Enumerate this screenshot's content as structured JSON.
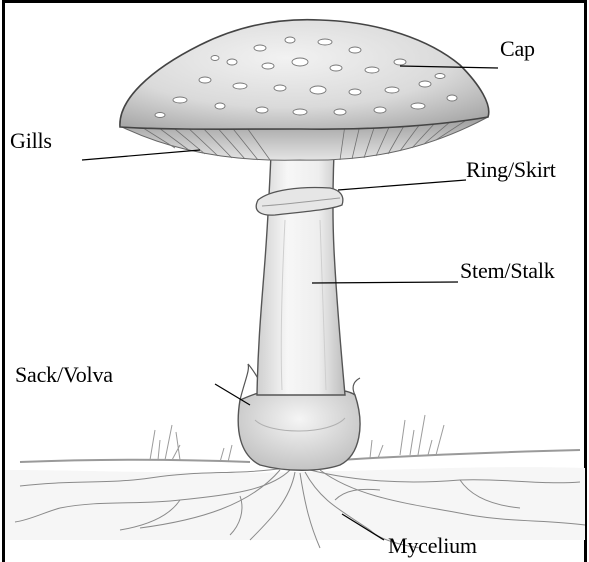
{
  "diagram": {
    "labels": {
      "cap": "Cap",
      "gills": "Gills",
      "ring": "Ring/Skirt",
      "stem": "Stem/Stalk",
      "sack": "Sack/Volva",
      "mycelium": "Mycelium"
    },
    "colors": {
      "frame": "#000000",
      "pencil_dark": "#444444",
      "pencil_mid": "#777777",
      "pencil_light": "#b5b5b5",
      "cap_shade": "#d6d6d6",
      "stem_shade": "#eeeeee",
      "background": "#ffffff"
    },
    "icons": {
      "illustration": "mushroom-pencil-drawing"
    }
  }
}
